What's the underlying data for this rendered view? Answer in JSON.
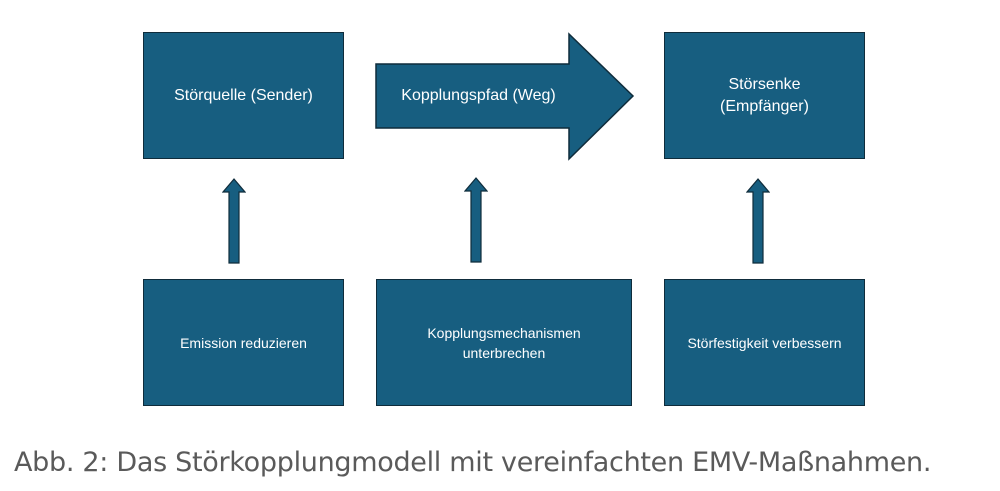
{
  "diagram": {
    "top_row": {
      "source": "Störquelle (Sender)",
      "path": "Kopplungspfad (Weg)",
      "sink": "Störsenke\n(Empfänger)"
    },
    "bottom_row": {
      "emission": "Emission reduzieren",
      "coupling": "Kopplungsmechanismen\nunterbrechen",
      "immunity": "Störfestigkeit verbessern"
    }
  },
  "caption": "Abb. 2: Das Störkopplungmodell mit vereinfachten EMV-Maßnahmen.",
  "colors": {
    "box_fill": "#175e80",
    "box_border": "#0f2c3b",
    "text": "#ffffff",
    "caption": "#5a5a5a"
  },
  "icons": [
    "right-arrow-shape",
    "up-arrow-icon"
  ]
}
